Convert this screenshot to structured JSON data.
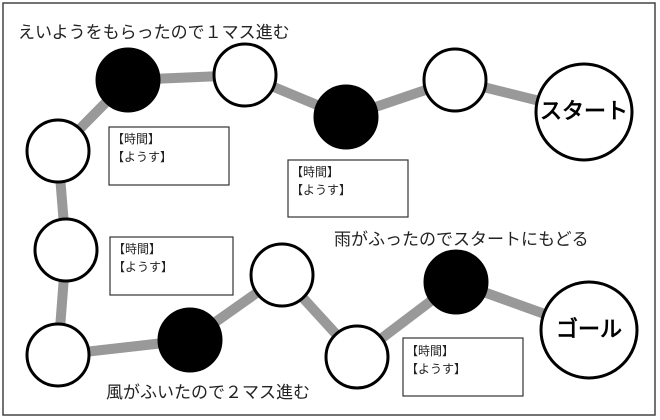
{
  "board": {
    "start_label": "スタート",
    "goal_label": "ゴール",
    "events": {
      "nutrition": "えいようをもらったので１マス進む",
      "rain": "雨がふったのでスタートにもどる",
      "wind": "風がふいたので２マス進む"
    },
    "memo_boxes": [
      {
        "time": "【時間】",
        "state": "【ようす】"
      },
      {
        "time": "【時間】",
        "state": "【ようす】"
      },
      {
        "time": "【時間】",
        "state": "【ようす】"
      },
      {
        "time": "【時間】",
        "state": "【ようす】"
      }
    ],
    "colors": {
      "path": "#999999",
      "event_square": "#000000",
      "plain_square": "#ffffff"
    }
  }
}
